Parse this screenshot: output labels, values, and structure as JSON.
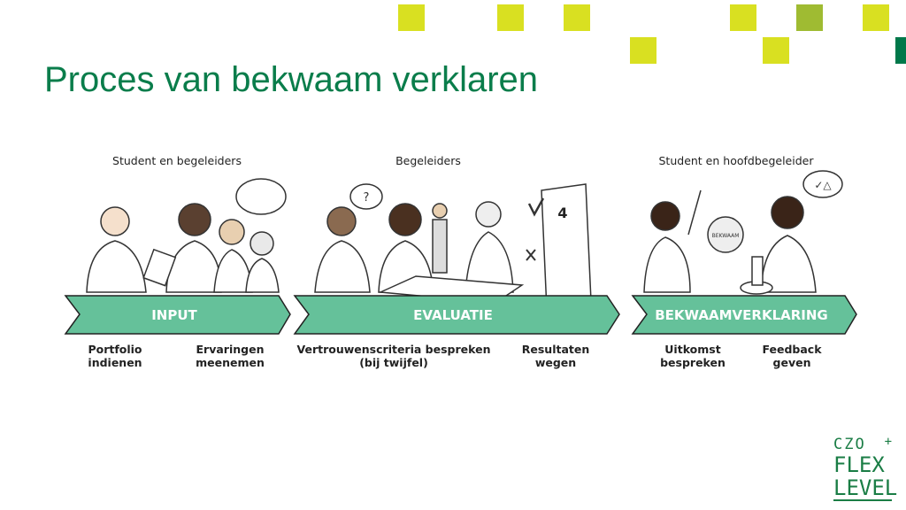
{
  "slide": {
    "title": "Proces van bekwaam verklaren",
    "colors": {
      "title": "#0a7d4b",
      "square_light": "#d9e021",
      "square_mid": "#9fbb32",
      "square_dark": "#00784a",
      "banner": "#65c19a"
    }
  },
  "stages": [
    {
      "group": "Student en begeleiders",
      "banner": "INPUT",
      "steps": [
        "Portfolio\nindienen",
        "Ervaringen\nmeenemen"
      ]
    },
    {
      "group": "Begeleiders",
      "banner": "EVALUATIE",
      "steps": [
        "Vertrouwenscriteria bespreken\n(bij twijfel)",
        "Resultaten\nwegen"
      ]
    },
    {
      "group": "Student en hoofdbegeleider",
      "banner": "BEKWAAMVERKLARING",
      "steps": [
        "Uitkomst\nbespreken",
        "Feedback\ngeven"
      ]
    }
  ],
  "illustration": {
    "scale_value": "4",
    "stamp_text": "BEKWAAM",
    "speech_bubble": "?",
    "speech_bubble_2": "✓△"
  },
  "logo": {
    "line1": "CZO",
    "line2": "FLEX",
    "line3": "LEVEL",
    "plus": "+"
  }
}
